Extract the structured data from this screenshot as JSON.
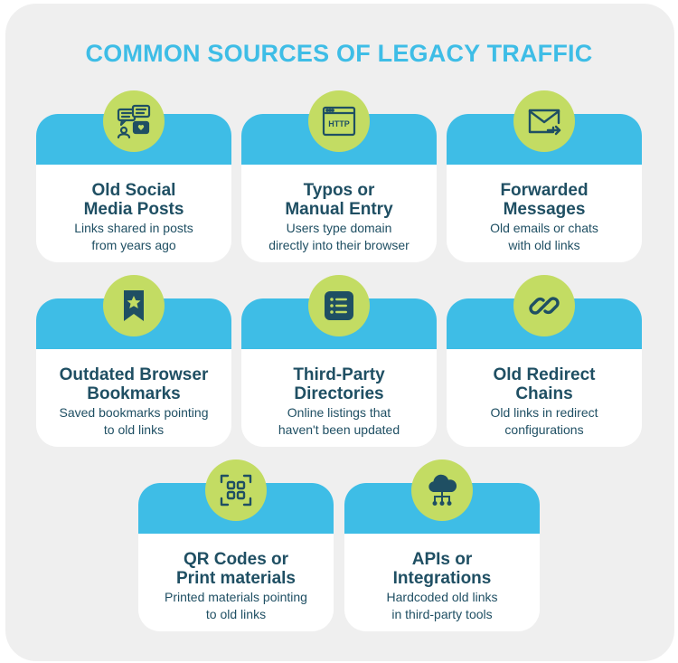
{
  "title": "COMMON SOURCES OF LEGACY TRAFFIC",
  "colors": {
    "accent_blue": "#3ebde6",
    "badge_green": "#c3dc63",
    "text_dark": "#1f4f63",
    "background": "#efefef"
  },
  "cards": [
    {
      "icon": "chat-bubbles-icon",
      "title": "Old Social\nMedia Posts",
      "desc": "Links shared in posts\nfrom years ago"
    },
    {
      "icon": "http-window-icon",
      "title": "Typos or\nManual Entry",
      "desc": "Users type domain\ndirectly into their browser"
    },
    {
      "icon": "envelope-forward-icon",
      "title": "Forwarded\nMessages",
      "desc": "Old emails or chats\nwith old links"
    },
    {
      "icon": "bookmark-star-icon",
      "title": "Outdated Browser\nBookmarks",
      "desc": "Saved bookmarks pointing\nto old links"
    },
    {
      "icon": "list-icon",
      "title": "Third-Party\nDirectories",
      "desc": "Online listings that\nhaven't been updated"
    },
    {
      "icon": "chain-link-icon",
      "title": "Old Redirect\nChains",
      "desc": "Old links in redirect\nconfigurations"
    },
    {
      "icon": "qr-scan-icon",
      "title": "QR Codes or\nPrint materials",
      "desc": "Printed materials pointing\nto old links"
    },
    {
      "icon": "cloud-network-icon",
      "title": "APIs or\nIntegrations",
      "desc": "Hardcoded old links\nin third-party tools"
    }
  ]
}
